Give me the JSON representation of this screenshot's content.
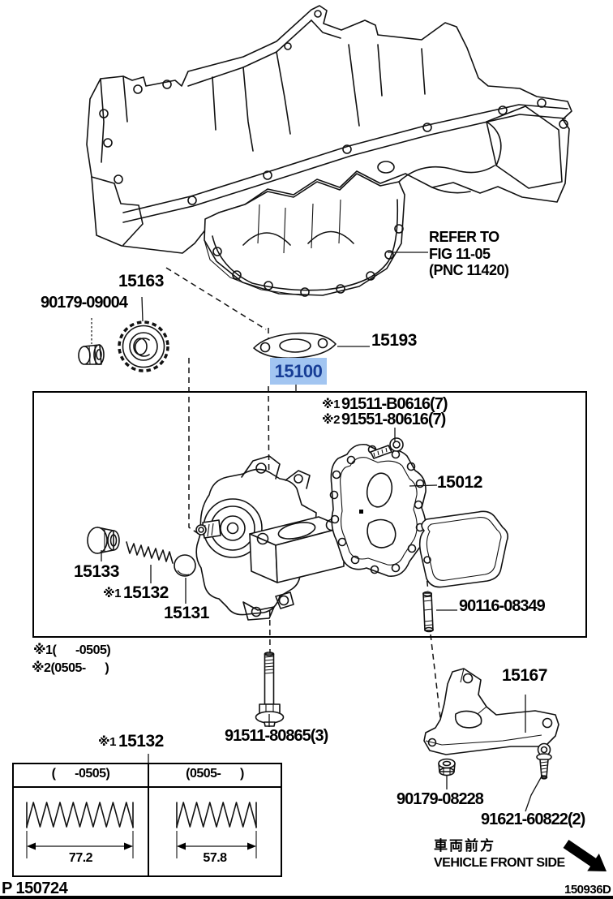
{
  "refer_note": {
    "line1": "REFER TO",
    "line2": "FIG 11-05",
    "line3": "(PNC 11420)"
  },
  "parts": {
    "sprocket": "15163",
    "sprocket_nut": "90179-09004",
    "gasket": "15193",
    "pump_assy": "15100",
    "bolt_b0616": {
      "prefix": "※1",
      "number": "91511-B0616(7)"
    },
    "bolt_80616": {
      "prefix": "※2",
      "number": "91551-80616(7)"
    },
    "pump_cover": "15012",
    "relief_plug": "15133",
    "relief_spring": {
      "prefix": "※1",
      "number": "15132"
    },
    "relief_ball": "15131",
    "stud": "90116-08349",
    "pump_bolt": "91511-80865(3)",
    "bracket": "15167",
    "bracket_nut": "90179-08228",
    "bracket_bolt": "91621-60822(2)"
  },
  "notes": {
    "note1": "※1(      -0505)",
    "note2": "※2(0505-      )"
  },
  "spring_table": {
    "title": {
      "prefix": "※1",
      "number": "15132"
    },
    "columns": [
      {
        "header": "(      -0505)",
        "length": "77.2"
      },
      {
        "header": "(0505-      )",
        "length": "57.8"
      }
    ]
  },
  "direction": {
    "jp": "車両前方",
    "en": "VEHICLE FRONT SIDE"
  },
  "footer": {
    "page": "P 150724",
    "code": "150936D"
  },
  "colors": {
    "highlight_bg": "#a2c5f1",
    "highlight_text": "#173d96"
  }
}
